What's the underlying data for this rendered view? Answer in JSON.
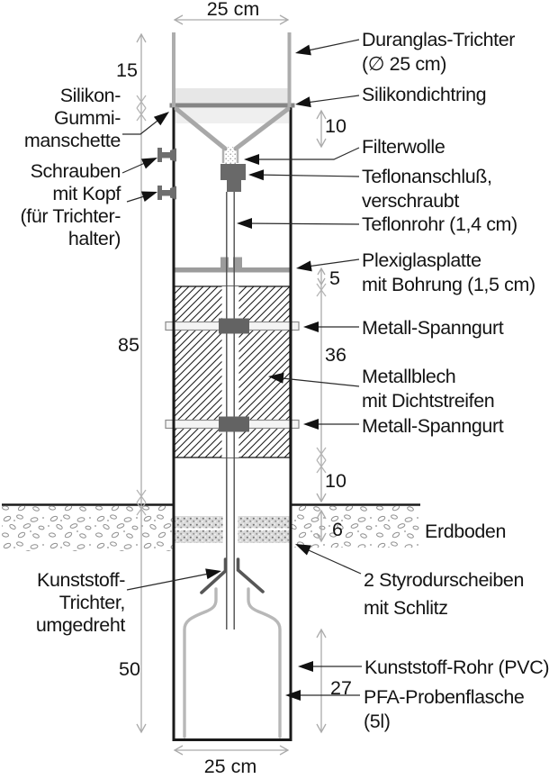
{
  "diagram": {
    "language": "de",
    "palette": {
      "outline_black": "#1a1a1a",
      "glass_gray": "#adadad",
      "cone_gray": "#a8a8a8",
      "seal_ring_gray": "#858585",
      "seal_band_light": "#e7e7e7",
      "sleeve_band_light": "#efefef",
      "teflon_dark": "#696969",
      "buckle_dark": "#636363",
      "strap_light": "#f4f4f4",
      "bottle_gray": "#b8b8b8",
      "funnel_inv_dark": "#575757",
      "dimension_gray": "#ababab",
      "soil_gray": "#8f8f8f"
    },
    "measurements": {
      "top_width": "25 cm",
      "bottom_width": "25 cm",
      "d15": "15",
      "d85": "85",
      "d50": "50",
      "d10a": "10",
      "d5": "5",
      "d36": "36",
      "d10b": "10",
      "d6": "6",
      "d27": "27"
    },
    "labels": {
      "duranglas": {
        "line1": "Duranglas-Trichter",
        "line2": "(∅ 25 cm)"
      },
      "dichtring": {
        "line1": "Silikondichtring"
      },
      "filterwolle": {
        "line1": "Filterwolle"
      },
      "teflonanschluss": {
        "line1": "Teflonanschluß,",
        "line2": "verschraubt"
      },
      "teflonrohr": {
        "line1": "Teflonrohr (1,4 cm)"
      },
      "plexiglas": {
        "line1": "Plexiglasplatte",
        "line2": "mit Bohrung (1,5 cm)"
      },
      "spanngurt1": {
        "line1": "Metall-Spanngurt"
      },
      "metallblech": {
        "line1": "Metallblech",
        "line2": "mit Dichtstreifen"
      },
      "spanngurt2": {
        "line1": "Metall-Spanngurt"
      },
      "erdboden": {
        "line1": "Erdboden"
      },
      "styrodur": {
        "line1": "2 Styrodurscheiben",
        "line2": "mit Schlitz"
      },
      "kunststoffrohr": {
        "line1": "Kunststoff-Rohr (PVC)"
      },
      "pfa": {
        "line1": "PFA-Probenflasche",
        "line2": "(5l)"
      },
      "manschette": {
        "line1": "Silikon-",
        "line2": "Gummi-",
        "line3": "manschette"
      },
      "schrauben": {
        "line1": "Schrauben",
        "line2": "mit Kopf",
        "line3": "(für Trichter-",
        "line4": "halter)"
      },
      "trichter_unten": {
        "line1": "Kunststoff-",
        "line2": "Trichter,",
        "line3": "umgedreht"
      }
    }
  }
}
